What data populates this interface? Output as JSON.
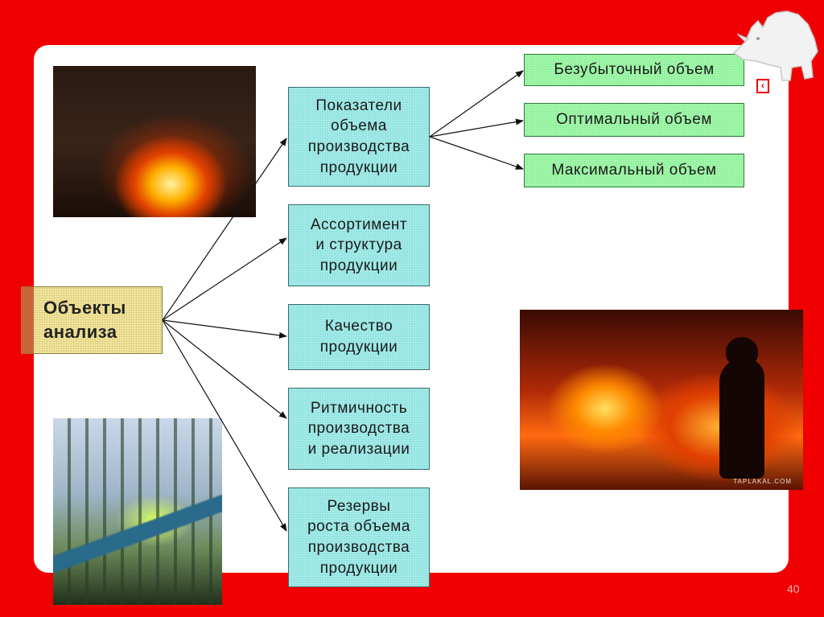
{
  "diagram": {
    "root": {
      "label_line1": "Объекты",
      "label_line2": "анализа"
    },
    "branches": [
      {
        "lines": [
          "Показатели",
          "объема",
          "производства",
          "продукции"
        ]
      },
      {
        "lines": [
          "Ассортимент",
          "и структура",
          "продукции"
        ]
      },
      {
        "lines": [
          "Качество",
          "продукции"
        ]
      },
      {
        "lines": [
          "Ритмичность",
          "производства",
          "и реализации"
        ]
      },
      {
        "lines": [
          "Резервы",
          "роста объема",
          "производства",
          "продукции"
        ]
      }
    ],
    "volume_types": [
      {
        "label": "Безубыточный объем"
      },
      {
        "label": "Оптимальный объем"
      },
      {
        "label": "Максимальный объем"
      }
    ]
  },
  "photos": {
    "worker_watermark": "TAPLAKAL.COM"
  },
  "nav": {
    "back_glyph": "‹"
  },
  "page_number": "40",
  "colors": {
    "background": "#f00000",
    "branch_fill": "#8fe3e0",
    "volume_fill": "#8ff29a",
    "root_fill": "#f4e7a0",
    "root_accent": "#c8643a"
  }
}
